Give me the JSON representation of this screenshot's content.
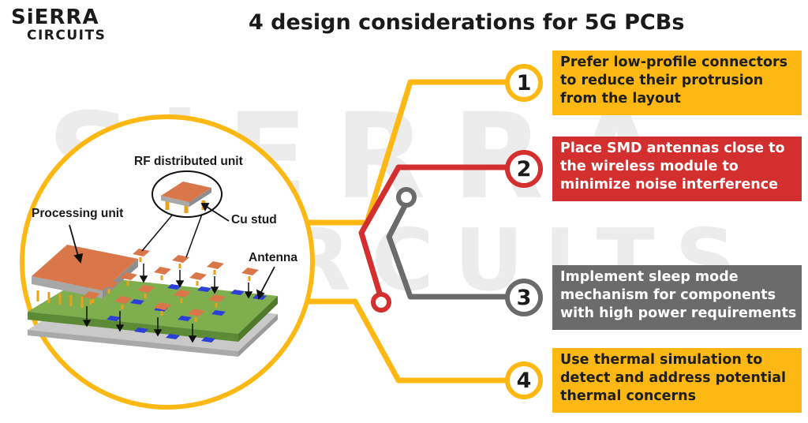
{
  "logo": {
    "line1": "SiERRA",
    "line2": "CIRCUITS"
  },
  "title": "4 design considerations for 5G PCBs",
  "watermark": {
    "line1": "SiERRA",
    "line2": "CIRCUITS"
  },
  "colors": {
    "yellow": "#fdb813",
    "red": "#d32f2f",
    "gray": "#6b6b6b",
    "pcb_green": "#7fae4e",
    "copper": "#d9774a",
    "antenna_blue": "#2c3fd6"
  },
  "labels": {
    "rf_unit": "RF distributed unit",
    "processing_unit": "Processing unit",
    "cu_stud": "Cu stud",
    "antenna": "Antenna"
  },
  "considerations": [
    {
      "number": "1",
      "text": "Prefer low-profile connectors to reduce their protrusion from the layout"
    },
    {
      "number": "2",
      "text": "Place SMD antennas close to the wireless module to minimize noise interference"
    },
    {
      "number": "3",
      "text": "Implement sleep mode mechanism for components with high power requirements"
    },
    {
      "number": "4",
      "text": "Use thermal simulation to detect and address potential thermal concerns"
    }
  ]
}
